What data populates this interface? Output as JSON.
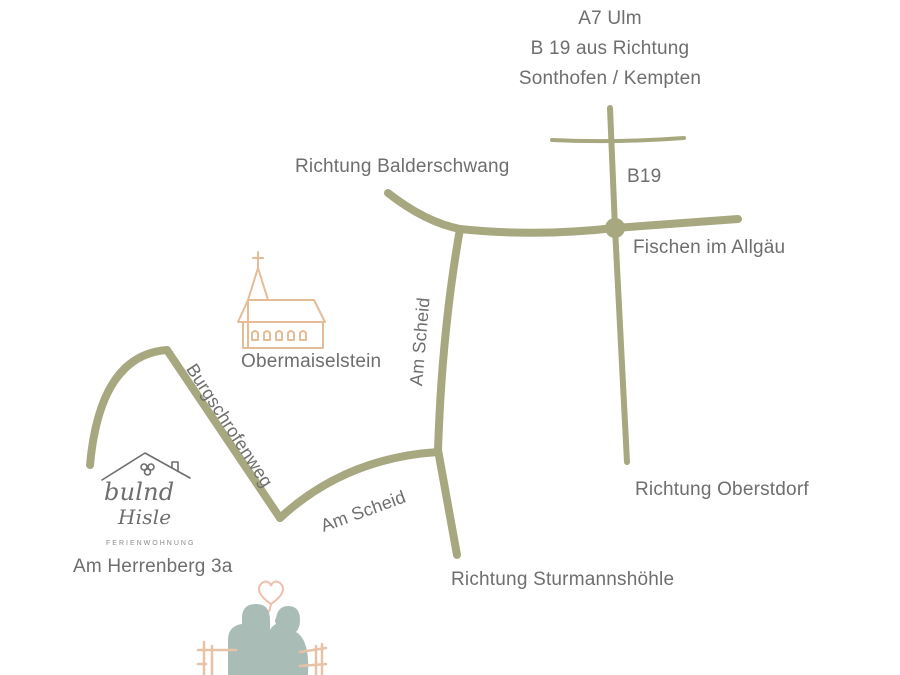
{
  "colors": {
    "road": "#a7a87f",
    "text": "#6e6e6e",
    "church": "#e6bc96",
    "heart": "#eebfaa",
    "figures": "#a9bdb6",
    "fence": "#e8c2a6",
    "logo": "#6e6e6e"
  },
  "labels": {
    "a7_ulm": "A7 Ulm",
    "b19_from": "B 19 aus Richtung",
    "sonthofen_kempten": "Sonthofen / Kempten",
    "richtung_balderschwang": "Richtung Balderschwang",
    "b19": "B19",
    "fischen": "Fischen im Allgäu",
    "am_scheid_vertical": "Am Scheid",
    "am_scheid_lower": "Am Scheid",
    "obermaiselstein": "Obermaiselstein",
    "burgschrofenweg": "Burgschrofenweg",
    "richtung_oberstdorf": "Richtung Oberstdorf",
    "richtung_sturmannshoehle": "Richtung Sturmannshöhle",
    "address": "Am Herrenberg 3a"
  },
  "logo": {
    "line1": "bulnd",
    "line2": "Hisle",
    "tagline": "FERIENWOHNUNG"
  },
  "icons": [
    "church-icon",
    "house-logo-icon",
    "heart-icon",
    "couple-on-bench-icon"
  ]
}
